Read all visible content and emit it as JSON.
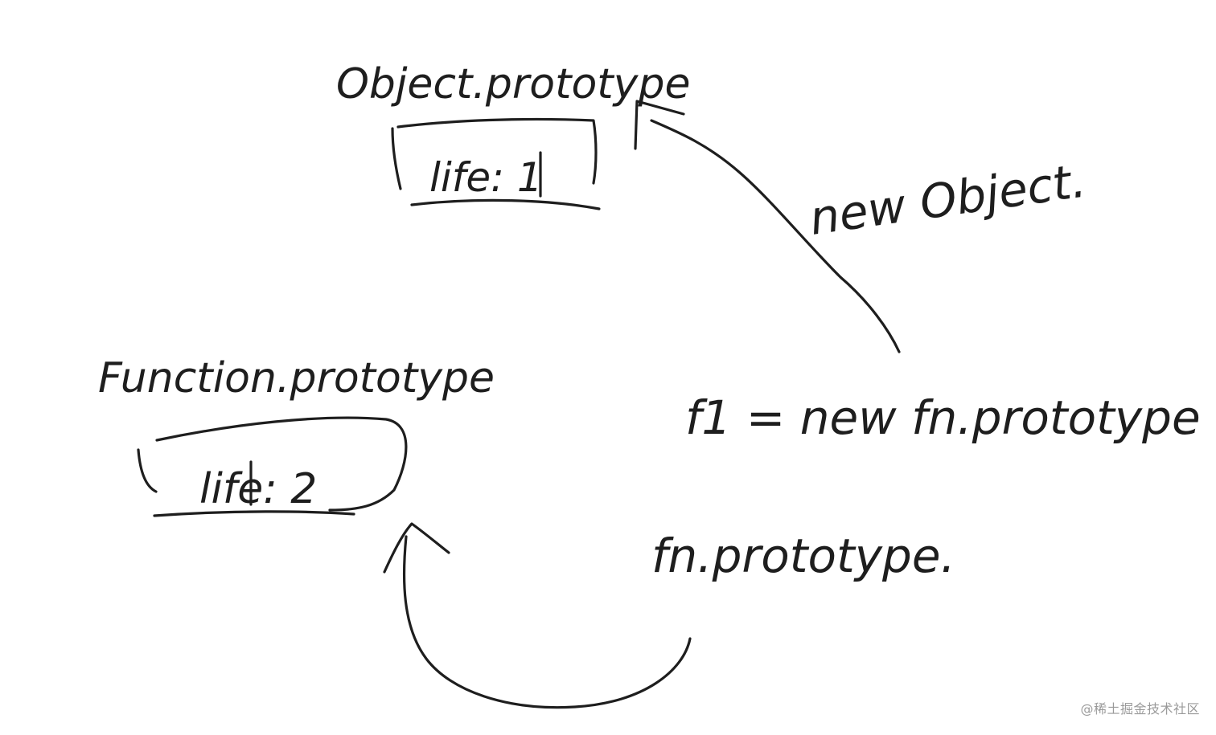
{
  "diagram": {
    "nodes": {
      "object_prototype": {
        "title": "Object.prototype",
        "property": "life: 1"
      },
      "function_prototype": {
        "title": "Function.prototype",
        "property": "life: 2"
      },
      "f1_instance": {
        "label": "f1 = new fn.prototype"
      },
      "fn_prototype": {
        "label": "fn.prototype."
      }
    },
    "edges": {
      "new_object": {
        "label": "new Object."
      }
    }
  },
  "watermark": "@稀土掘金技术社区"
}
